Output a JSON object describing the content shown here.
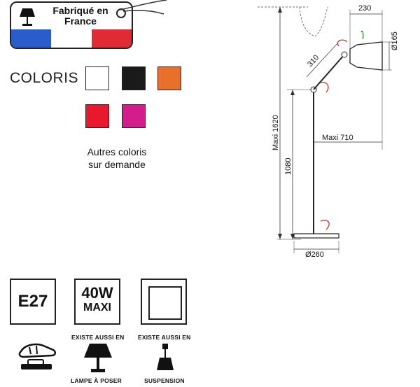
{
  "badge": {
    "label_line1": "Fabriqué en",
    "label_line2": "France",
    "flag_colors": [
      "#2a5ccc",
      "#ffffff",
      "#e02b35"
    ]
  },
  "coloris": {
    "title": "COLORIS",
    "swatches": [
      {
        "name": "white",
        "color": "#ffffff"
      },
      {
        "name": "black",
        "color": "#1a1a1a"
      },
      {
        "name": "orange",
        "color": "#e8702a"
      },
      {
        "name": "red",
        "color": "#e8192c"
      },
      {
        "name": "magenta",
        "color": "#d31d8c"
      }
    ],
    "note_line1": "Autres coloris",
    "note_line2": "sur demande"
  },
  "specs": {
    "socket": "E27",
    "wattage": "40W",
    "wattage_note": "MAXI"
  },
  "variants": {
    "table_lamp_top": "EXISTE AUSSI EN",
    "table_lamp_bottom": "LAMPE À POSER",
    "suspension_top": "EXISTE AUSSI EN",
    "suspension_bottom": "SUSPENSION"
  },
  "dimensions": {
    "shade_length": "230",
    "shade_diameter": "Ø165",
    "arm_length": "310",
    "max_height": "Maxi 1620",
    "max_reach": "Maxi 710",
    "stem_height": "1080",
    "base_diameter": "Ø260"
  }
}
